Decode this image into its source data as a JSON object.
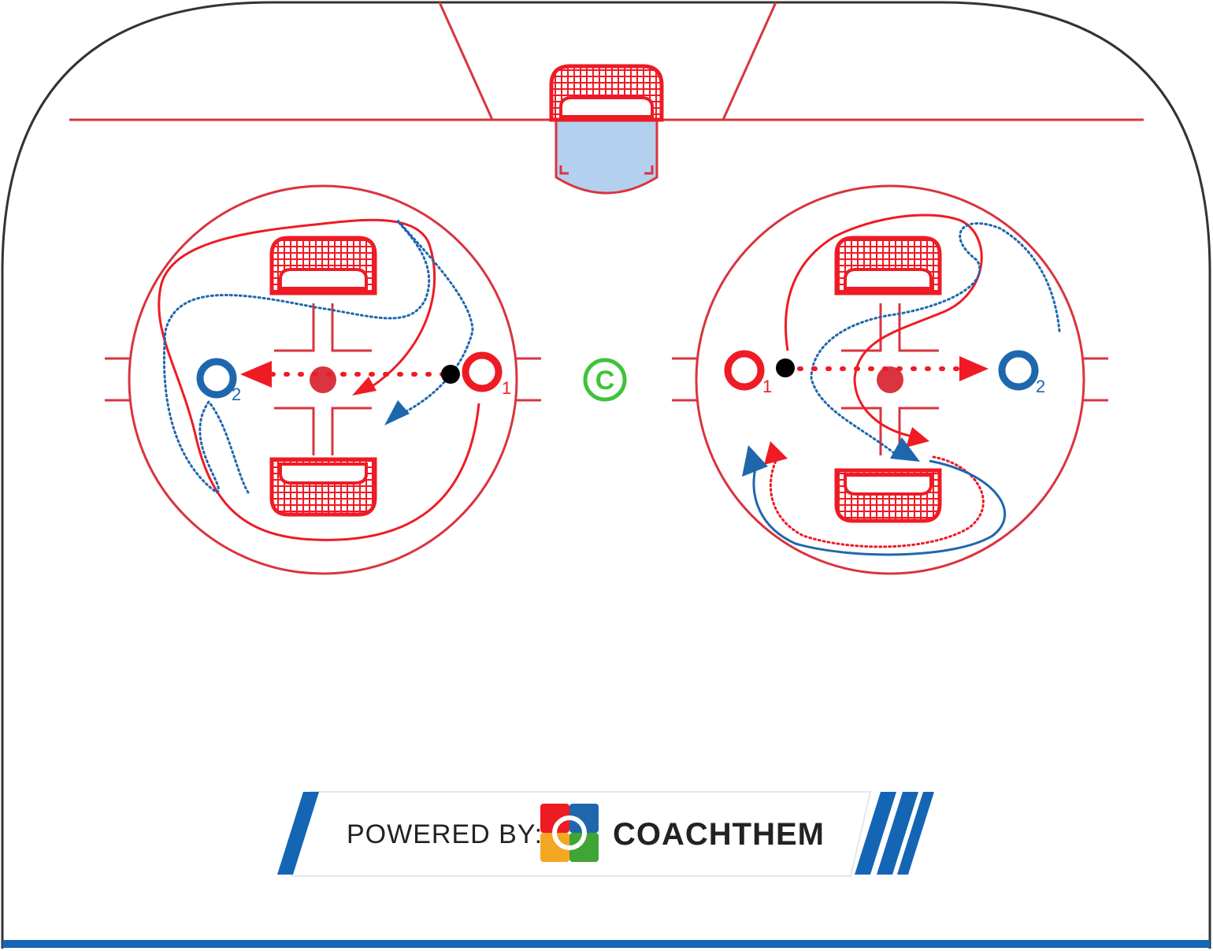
{
  "colors": {
    "ice_line": "#d9343f",
    "board": "#333333",
    "team_red": "#ee1b24",
    "team_blue": "#1f67ad",
    "crease": "#b3d1ee",
    "coach": "#3fc33a",
    "puck": "#000000",
    "footer_stripe": "#1565b5"
  },
  "left_station": {
    "player_red": {
      "number": "1"
    },
    "player_blue": {
      "number": "2"
    }
  },
  "right_station": {
    "player_red": {
      "number": "1"
    },
    "player_blue": {
      "number": "2"
    }
  },
  "coach": {
    "symbol": "C"
  },
  "footer": {
    "powered_by": "POWERED BY:",
    "brand": "COACHTHEM"
  }
}
